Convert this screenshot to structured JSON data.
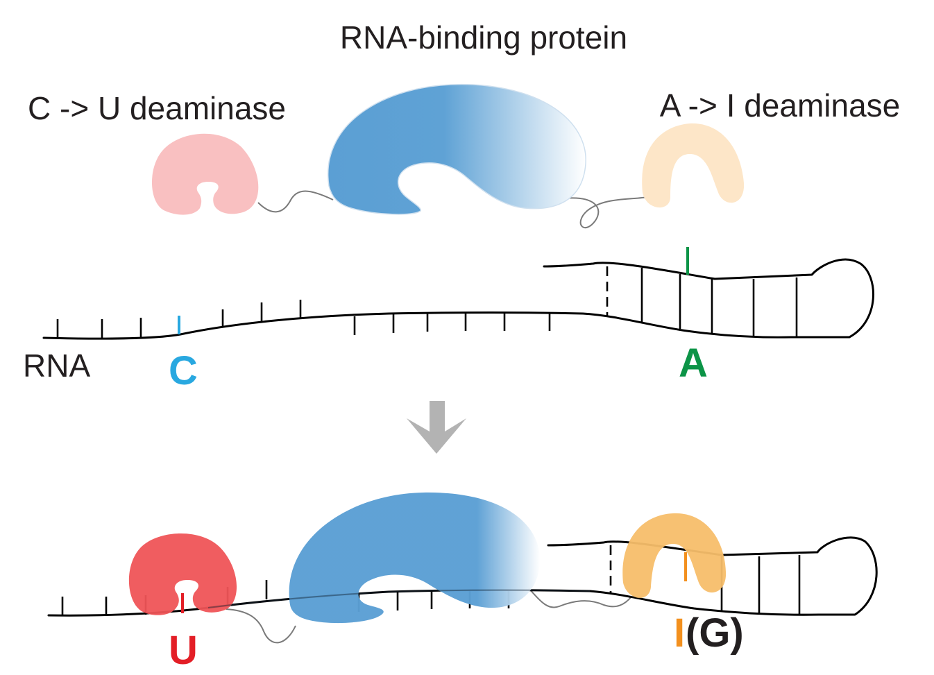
{
  "labels": {
    "rbp": "RNA-binding protein",
    "c_to_u": "C -> U deaminase",
    "a_to_i": "A -> I deaminase",
    "rna": "RNA",
    "c": "C",
    "a": "A",
    "u": "U",
    "i": "I",
    "g_paren": "(G)"
  },
  "colors": {
    "text": "#231f20",
    "rbp_blue": "#5b9fd4",
    "cu_deaminase_before": "#f9c0c1",
    "cu_deaminase_after": "#ef5457",
    "ai_deaminase_before": "#fde6c8",
    "ai_deaminase_after": "#f7be6a",
    "c_base": "#29a8e0",
    "a_base": "#0c9447",
    "u_base": "#e31e26",
    "i_base": "#f3901e",
    "arrow": "#b3b3b3",
    "linker": "#7a7a7a"
  },
  "icons": {
    "transition": "down-arrow-icon"
  }
}
